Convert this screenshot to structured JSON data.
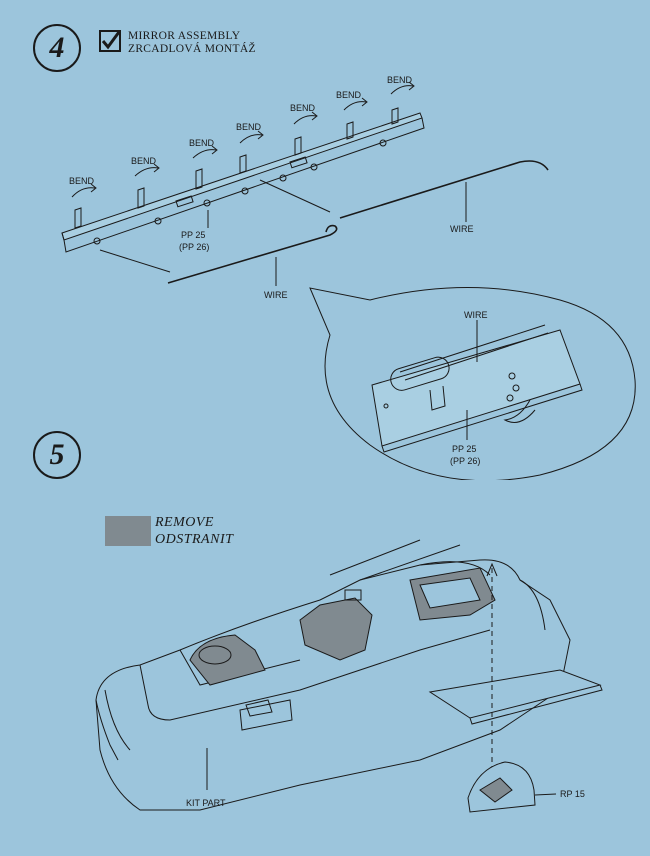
{
  "step4": {
    "number": "4",
    "title_line1": "MIRROR ASSEMBLY",
    "title_line2": "ZRCADLOVÁ MONTÁŽ",
    "bend_label": "BEND",
    "part_label_1": "PP 25",
    "part_label_2": "(PP 26)",
    "wire_label": "WIRE"
  },
  "step5": {
    "number": "5",
    "legend_line1": "REMOVE",
    "legend_line2": "ODSTRANIT",
    "kit_part_label": "KIT PART",
    "rp_label": "RP 15"
  },
  "colors": {
    "paper": "#9cc5dc",
    "ink": "#1a1a1a",
    "remove_gray": "#808a90"
  }
}
